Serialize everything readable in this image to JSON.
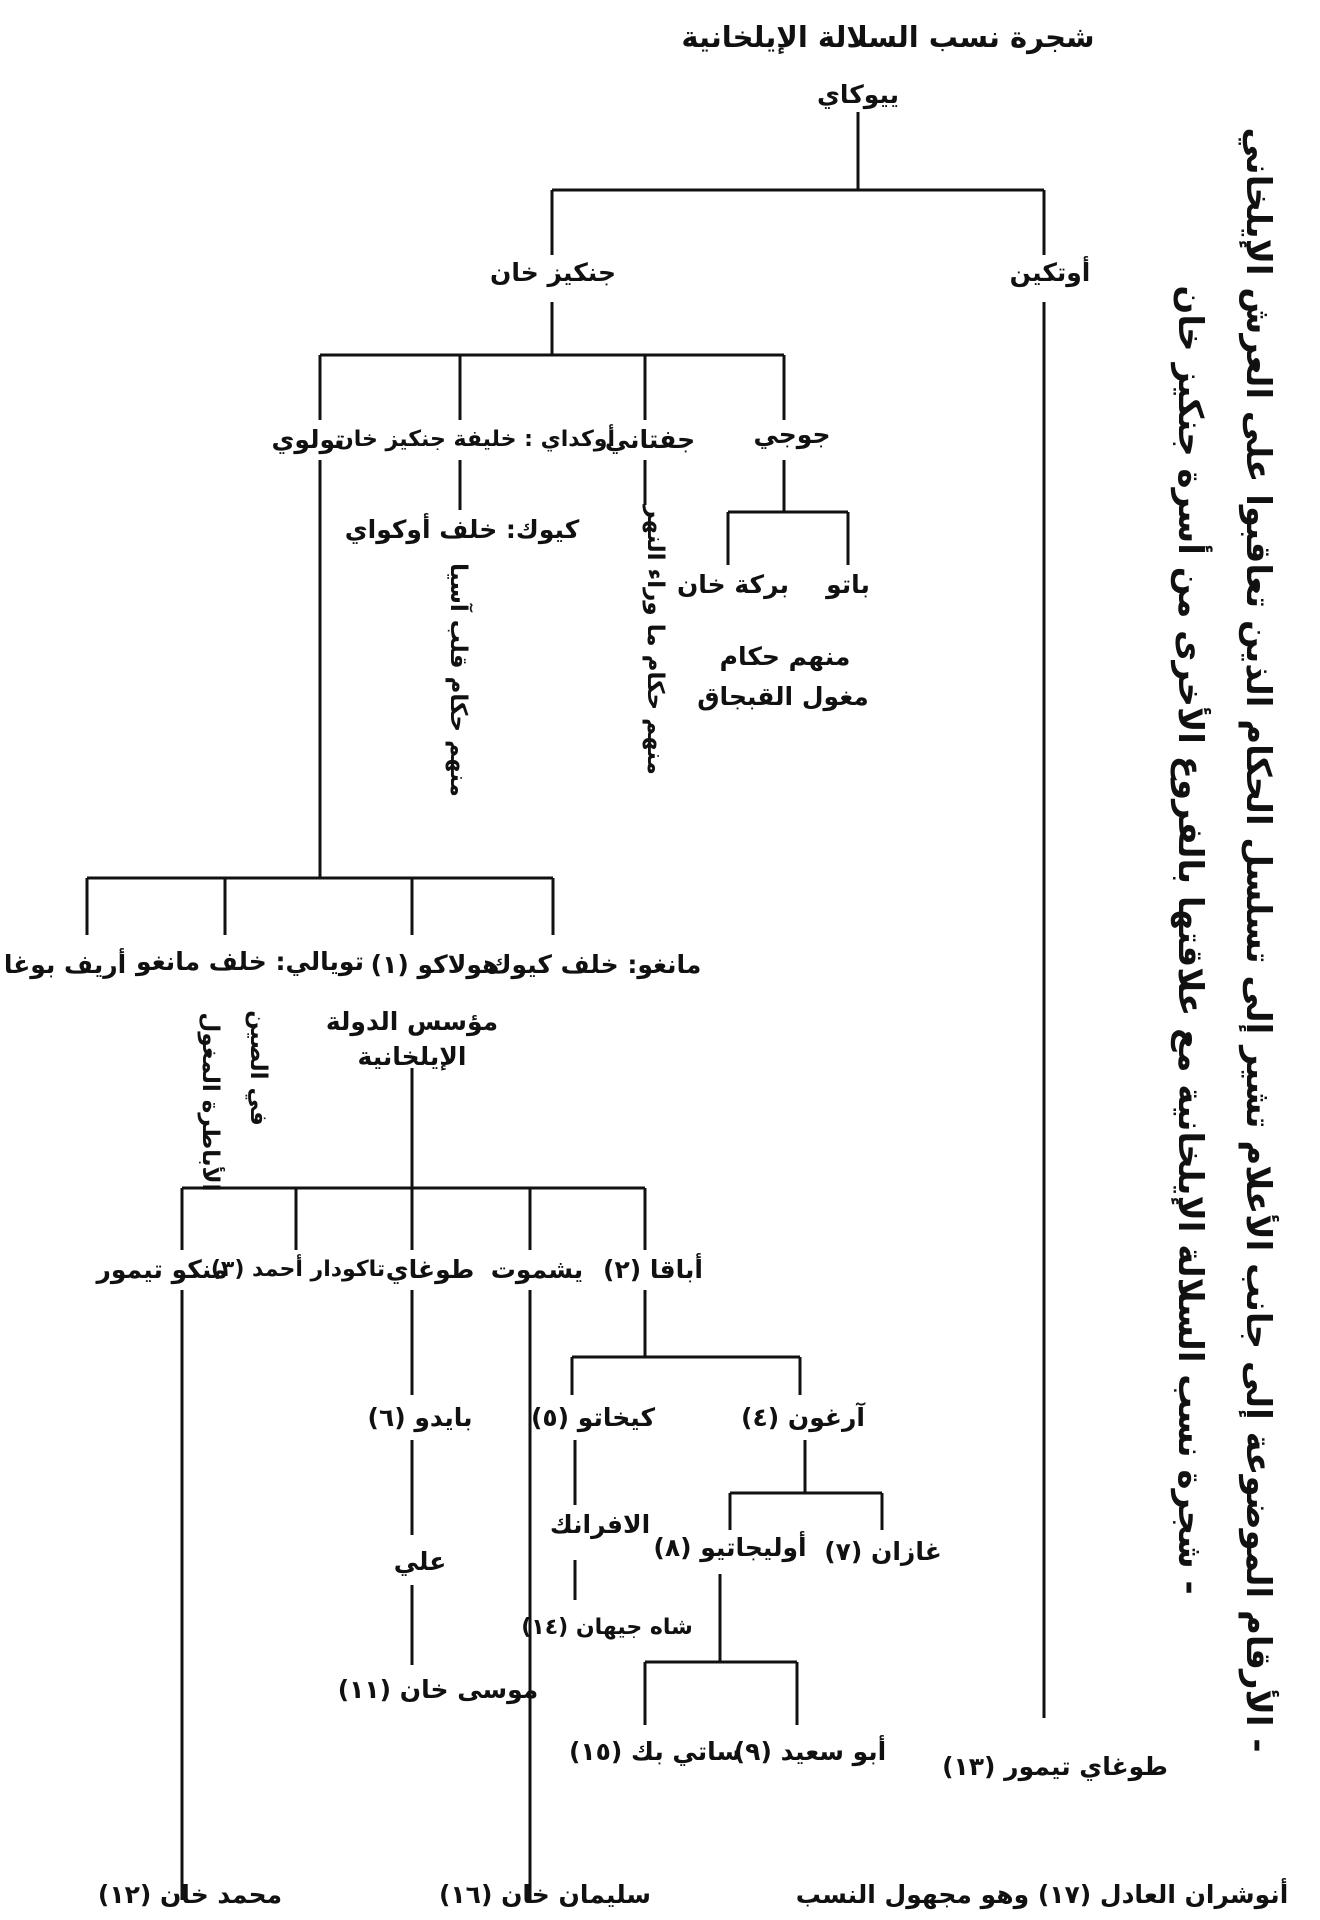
{
  "title": "شجرة نسب السلالة الإيلخانية",
  "notes": [
    "- شجرة نسب السلالة الإيلخانية مع علاقتها بالفروع الأخرى من أسرة جنكيز خان",
    "- الأرقام الموضوعة إلى جانب الأعلام تشير إلى تسلسل الحكام الذين تعاقبوا على العرش الإيلخاني"
  ],
  "nodes": {
    "yesugei": "ييوكاي",
    "genghis": "جنكيز خان",
    "otkin": "أوتكين",
    "tolui": "تولوي",
    "ogedei": "أوكداي : خليفة جنكيز خان",
    "chagatai": "جفتاني",
    "jochi": "جوجي",
    "guyuk": "كيوك: خلف أوكواي",
    "batu": "باتو",
    "berke": "بركة خان",
    "jochi_note_1": "منهم حكام",
    "jochi_note_2": "مغول القبجاق",
    "mongke": "مانغو: خلف كيوك",
    "hulagu": "هولاكو (١)",
    "hulagu_note_1": "مؤسس الدولة",
    "hulagu_note_2": "الإيلخانية",
    "kublai": "تويالي: خلف مانغو",
    "ariq": "أريف بوغا",
    "abaqa": "أباقا (٢)",
    "yoshmut": "يشموت",
    "taraghai": "طوغاي",
    "tekuder": "تاكودار أحمد (٣)",
    "mongke_temur": "منكو تيمور",
    "arghun": "آرغون (٤)",
    "gaykhatu": "كيخاتو (٥)",
    "baydu": "بايدو (٦)",
    "ghazan": "غازان (٧)",
    "oljeitu": "أوليجاتيو (٨)",
    "afrank": "الافرانك",
    "shah_jahan": "شاه جيهان (١٤)",
    "ali": "علي",
    "musa": "موسى خان (١١)",
    "abu_said": "أبو سعيد (٩)",
    "sati_beg": "ساتي بك (١٥)",
    "toghay_temur": "طوغاي تيمور (١٣)",
    "muhammad": "محمد خان (١٢)",
    "sulayman": "سليمان خان (١٦)",
    "anushirvan": "أنوشران العادل (١٧) وهو مجهول النسب"
  },
  "vertical_labels": {
    "ogedei_branch": "منهم حكام قلب آسيا",
    "chagatai_branch": "منهم حكام ما وراء النهر",
    "kublai_branch_1": "الأباطرة المغول",
    "kublai_branch_2": "في الصين"
  }
}
